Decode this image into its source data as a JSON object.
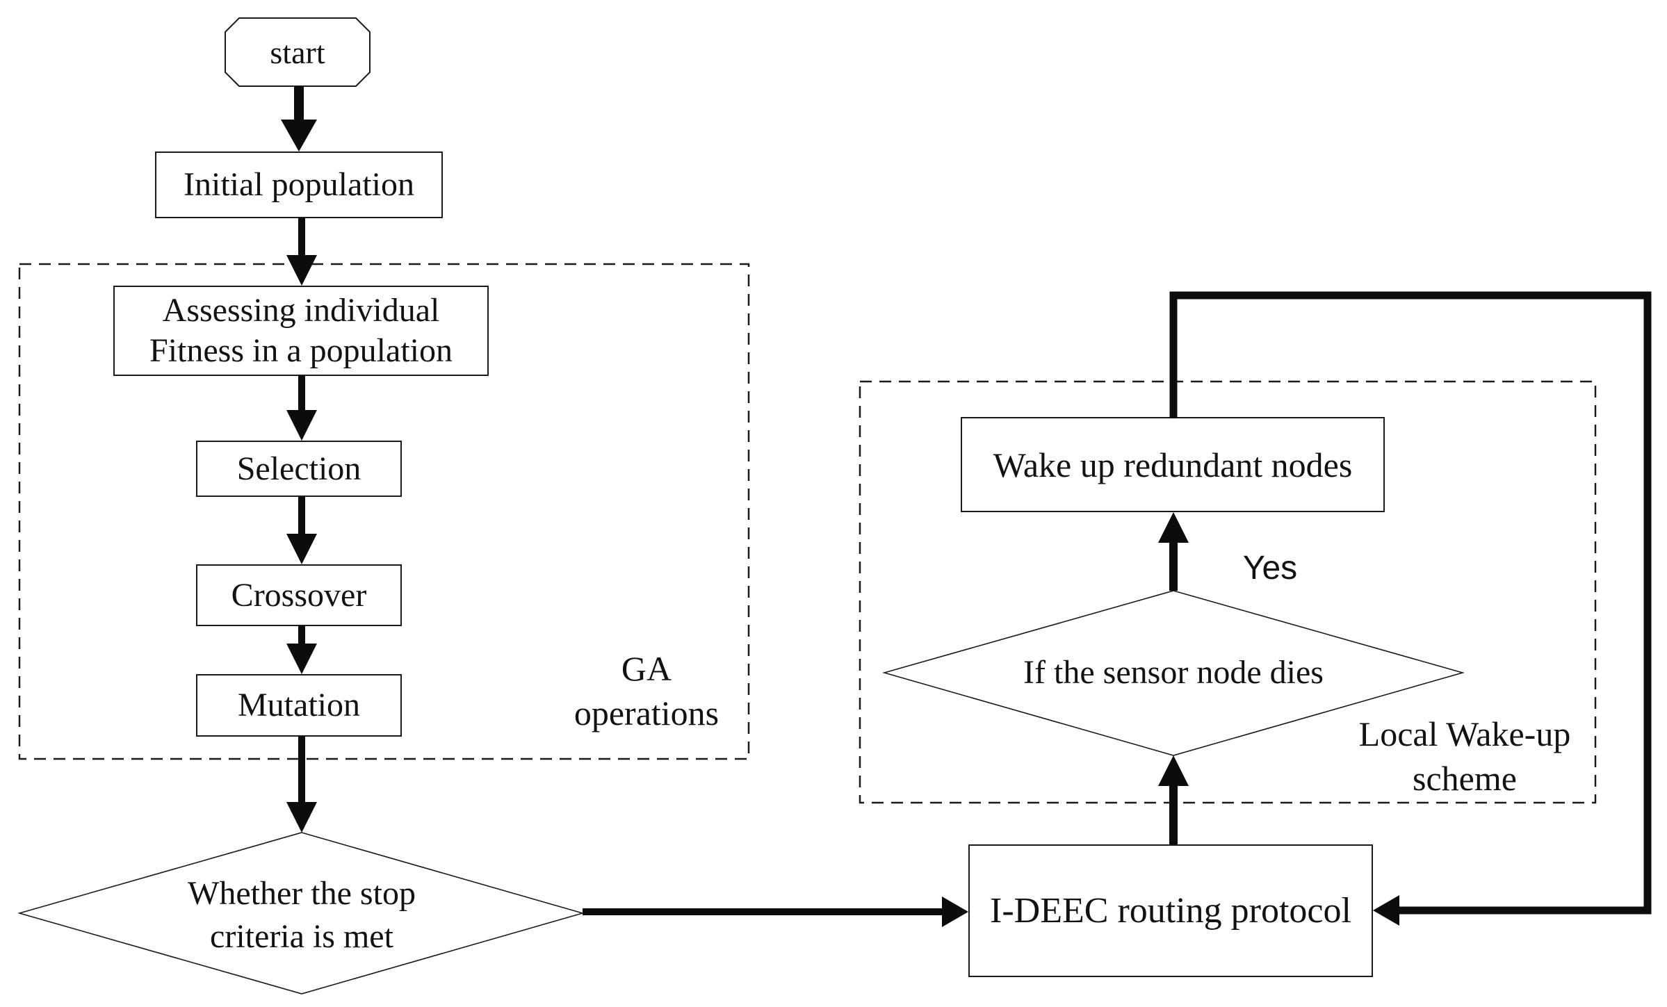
{
  "figure": {
    "background": "#ffffff",
    "stroke_color": "#1a1a1a",
    "nodes": {
      "start": {
        "label": "start",
        "shape": "terminator-octagon"
      },
      "initial_population": {
        "label": "Initial population",
        "shape": "process"
      },
      "assessing_fitness": {
        "line1": "Assessing individual",
        "line2": "Fitness in a population",
        "shape": "process"
      },
      "selection": {
        "label": "Selection",
        "shape": "process"
      },
      "crossover": {
        "label": "Crossover",
        "shape": "process"
      },
      "mutation": {
        "label": "Mutation",
        "shape": "process"
      },
      "stop_criteria": {
        "line1": "Whether the stop",
        "line2": "criteria is met",
        "shape": "decision"
      },
      "ideec_protocol": {
        "label": "I-DEEC routing protocol",
        "shape": "process"
      },
      "sensor_node_dies": {
        "label": "If the sensor node dies",
        "shape": "decision"
      },
      "wake_up_redundant": {
        "label": "Wake up redundant nodes",
        "shape": "process"
      }
    },
    "groups": {
      "ga_operations": {
        "line1": "GA",
        "line2": "operations"
      },
      "local_wakeup": {
        "line1": "Local Wake-up",
        "line2": "scheme"
      }
    },
    "edge_labels": {
      "yes": "Yes"
    }
  }
}
